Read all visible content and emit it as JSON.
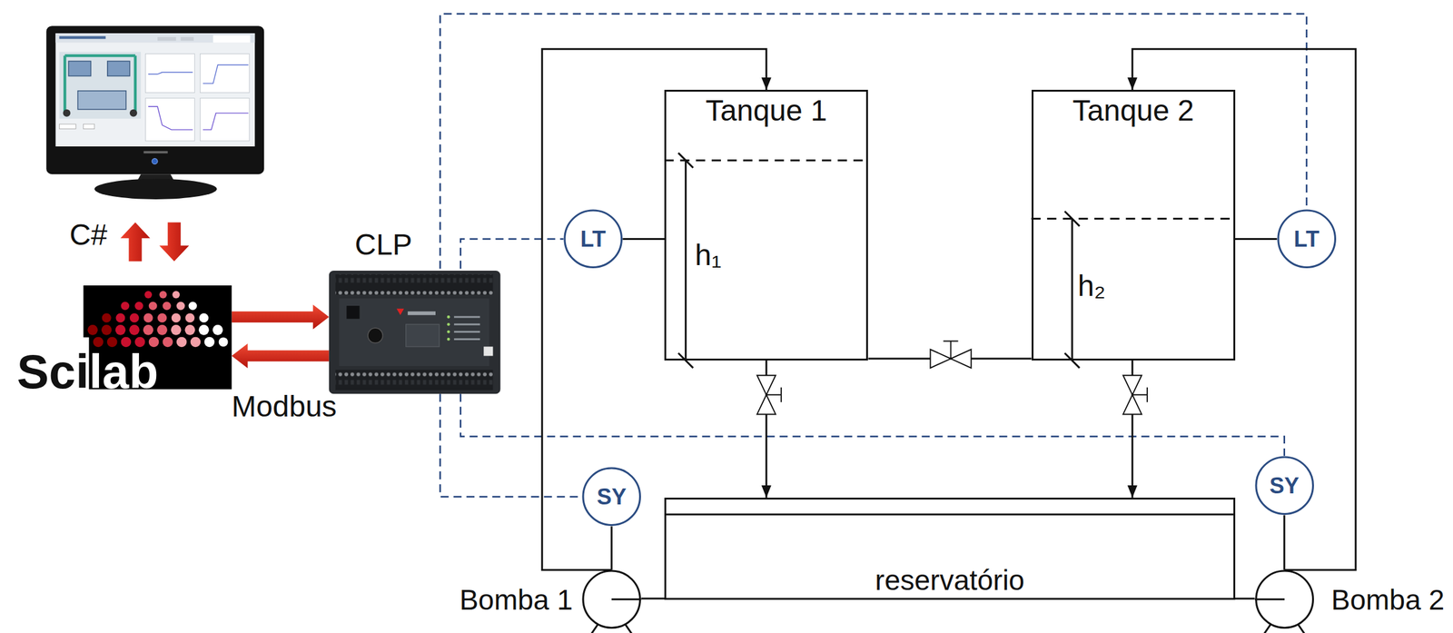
{
  "diagram": {
    "nodes": [
      {
        "text": [
          "Scilab"
        ]
      },
      {
        "text": [
          "CLP"
        ]
      },
      {
        "text": [
          "Tanque 1"
        ]
      },
      {
        "text": [
          "Tanque 2"
        ]
      },
      {
        "text": [
          "LT"
        ]
      },
      {
        "text": [
          "LT"
        ]
      },
      {
        "text": [
          "SY"
        ]
      },
      {
        "text": [
          "SY"
        ]
      },
      {
        "text": [
          "reservatório"
        ]
      },
      {
        "text": [
          "Bomba 1"
        ]
      },
      {
        "text": [
          "Bomba 2"
        ]
      }
    ],
    "edges": [
      {
        "from": 0,
        "to": 1,
        "arrow": "to"
      },
      {
        "from": 1,
        "to": 0,
        "arrow": "to"
      },
      {
        "from": 1,
        "to": 4,
        "arrow": "none"
      },
      {
        "from": 1,
        "to": 5,
        "arrow": "none"
      },
      {
        "from": 1,
        "to": 6,
        "arrow": "none"
      },
      {
        "from": 1,
        "to": 7,
        "arrow": "none"
      },
      {
        "from": 4,
        "to": 2,
        "arrow": "none"
      },
      {
        "from": 5,
        "to": 3,
        "arrow": "none"
      },
      {
        "from": 6,
        "to": 9,
        "arrow": "none"
      },
      {
        "from": 7,
        "to": 10,
        "arrow": "none"
      },
      {
        "from": 9,
        "to": 2,
        "arrow": "to"
      },
      {
        "from": 10,
        "to": 3,
        "arrow": "to"
      },
      {
        "from": 2,
        "to": 8,
        "arrow": "to"
      },
      {
        "from": 3,
        "to": 8,
        "arrow": "to"
      },
      {
        "from": 2,
        "to": 3,
        "arrow": "none"
      },
      {
        "from": 8,
        "to": 9,
        "arrow": "none"
      },
      {
        "from": 8,
        "to": 10,
        "arrow": "none"
      }
    ],
    "labels": [
      "C#",
      "Modbus",
      "h₁",
      "h₂"
    ]
  }
}
